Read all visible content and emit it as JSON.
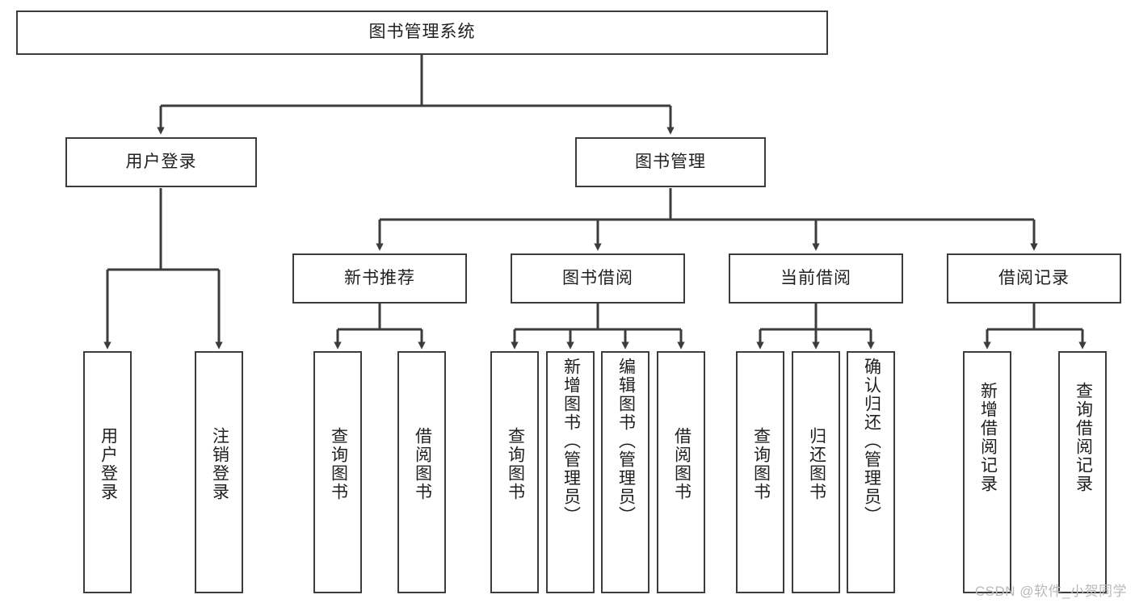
{
  "diagram": {
    "type": "tree",
    "title": "图书管理系统",
    "root": {
      "label": "图书管理系统"
    },
    "level1": [
      {
        "label": "用户登录"
      },
      {
        "label": "图书管理"
      }
    ],
    "level2": [
      {
        "label": "新书推荐"
      },
      {
        "label": "图书借阅"
      },
      {
        "label": "当前借阅"
      },
      {
        "label": "借阅记录"
      }
    ],
    "leaves": {
      "user_login": [
        {
          "label": "用户登录"
        },
        {
          "label": "注销登录"
        }
      ],
      "new_book_recommend": [
        {
          "label": "查询图书"
        },
        {
          "label": "借阅图书"
        }
      ],
      "book_borrow": [
        {
          "label": "查询图书"
        },
        {
          "label": "新增图书（管理员）"
        },
        {
          "label": "编辑图书（管理员）"
        },
        {
          "label": "借阅图书"
        }
      ],
      "current_borrow": [
        {
          "label": "查询图书"
        },
        {
          "label": "归还图书"
        },
        {
          "label": "确认归还（管理员）"
        }
      ],
      "borrow_record": [
        {
          "label": "新增借阅记录"
        },
        {
          "label": "查询借阅记录"
        }
      ]
    },
    "colors": {
      "border": "#3c3c3c",
      "text": "#1f1f1f",
      "background": "#ffffff",
      "watermark": "#b9b9b9"
    }
  },
  "watermark": {
    "text": "CSDN @软件_小贺同学"
  }
}
